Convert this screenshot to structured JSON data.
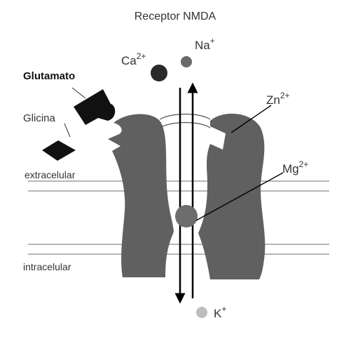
{
  "title": "Receptor NMDA",
  "ions": {
    "calcium": {
      "symbol": "Ca",
      "charge": "2+"
    },
    "sodium": {
      "symbol": "Na",
      "charge": "+"
    },
    "zinc": {
      "symbol": "Zn",
      "charge": "2+"
    },
    "magnesium": {
      "symbol": "Mg",
      "charge": "2+"
    },
    "potassium": {
      "symbol": "K",
      "charge": "+"
    }
  },
  "ligands": {
    "glutamate": "Glutamato",
    "glycine": "Glicina"
  },
  "regions": {
    "extracellular": "extracelular",
    "intracellular": "intracelular"
  },
  "colors": {
    "receptor": "#606060",
    "calcium_ion": "#2a2a2a",
    "sodium_ion": "#6a6a6a",
    "potassium_ion": "#bdbdbd",
    "ligand": "#111111",
    "membrane_line": "#8a8a8a",
    "arrow": "#000000"
  }
}
